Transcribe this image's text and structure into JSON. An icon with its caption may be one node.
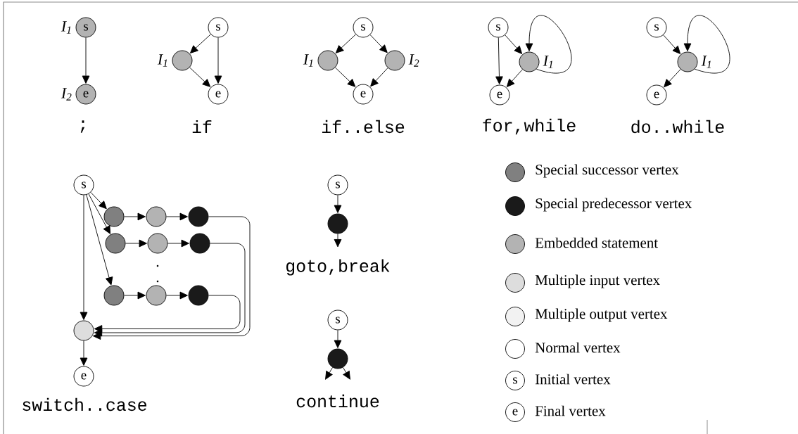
{
  "diagram": {
    "nodes": [
      {
        "text": [
          "s"
        ],
        "beside": [
          "I$_{1}$"
        ]
      },
      {
        "text": [
          "e"
        ],
        "beside": [
          "I$_{2}$"
        ]
      },
      {
        "text": [
          "s"
        ]
      },
      {
        "text": [],
        "shape": "circle",
        "beside": [
          "I$_{1}$"
        ]
      },
      {
        "text": [
          "e"
        ]
      },
      {
        "text": [
          "s"
        ]
      },
      {
        "text": [],
        "shape": "circle",
        "beside": [
          "I$_{1}$"
        ]
      },
      {
        "text": [],
        "shape": "circle",
        "beside": [
          "I$_{2}$"
        ]
      },
      {
        "text": [
          "e"
        ]
      },
      {
        "text": [
          "s"
        ]
      },
      {
        "text": [],
        "shape": "circle",
        "beside": [
          "I$_{1}$"
        ]
      },
      {
        "text": [
          "e"
        ]
      },
      {
        "text": [
          "s"
        ]
      },
      {
        "text": [],
        "shape": "circle",
        "beside": [
          "I$_{1}$"
        ]
      },
      {
        "text": [
          "e"
        ]
      },
      {
        "text": [
          "s"
        ]
      },
      {
        "text": [],
        "shape": "circle"
      },
      {
        "text": [],
        "shape": "circle"
      },
      {
        "text": [],
        "shape": "circle"
      },
      {
        "text": [],
        "shape": "circle"
      },
      {
        "text": [],
        "shape": "circle"
      },
      {
        "text": [],
        "shape": "circle"
      },
      {
        "text": [],
        "shape": "circle"
      },
      {
        "text": [],
        "shape": "circle"
      },
      {
        "text": [],
        "shape": "circle"
      },
      {
        "text": [],
        "shape": "circle"
      },
      {
        "text": [
          "e"
        ]
      },
      {
        "text": [
          "s"
        ]
      },
      {
        "text": [],
        "shape": "circle"
      },
      {
        "text": [
          "s"
        ]
      },
      {
        "text": [],
        "shape": "circle"
      }
    ],
    "edges": [
      {
        "from": 0,
        "to": 1,
        "arrow": "to"
      },
      {
        "from": 2,
        "to": 3,
        "arrow": "to"
      },
      {
        "from": 2,
        "to": 4,
        "arrow": "to"
      },
      {
        "from": 3,
        "to": 4,
        "arrow": "to"
      },
      {
        "from": 5,
        "to": 6,
        "arrow": "to"
      },
      {
        "from": 5,
        "to": 7,
        "arrow": "to"
      },
      {
        "from": 6,
        "to": 8,
        "arrow": "to"
      },
      {
        "from": 7,
        "to": 8,
        "arrow": "to"
      },
      {
        "from": 9,
        "to": 11,
        "arrow": "to"
      },
      {
        "from": 9,
        "to": 10,
        "arrow": "to"
      },
      {
        "from": 10,
        "to": 11,
        "arrow": "to"
      },
      {
        "from": 10,
        "to": 10,
        "arrow": "to"
      },
      {
        "from": 12,
        "to": 13,
        "arrow": "to"
      },
      {
        "from": 13,
        "to": 14,
        "arrow": "to"
      },
      {
        "from": 13,
        "to": 13,
        "arrow": "to"
      },
      {
        "from": 15,
        "to": 16,
        "arrow": "to"
      },
      {
        "from": 15,
        "to": 19,
        "arrow": "to"
      },
      {
        "from": 15,
        "to": 22,
        "arrow": "to"
      },
      {
        "from": 15,
        "to": 25,
        "arrow": "to"
      },
      {
        "from": 16,
        "to": 17,
        "arrow": "to"
      },
      {
        "from": 17,
        "to": 18,
        "arrow": "to"
      },
      {
        "from": 19,
        "to": 20,
        "arrow": "to"
      },
      {
        "from": 20,
        "to": 21,
        "arrow": "to"
      },
      {
        "from": 22,
        "to": 23,
        "arrow": "to"
      },
      {
        "from": 23,
        "to": 24,
        "arrow": "to"
      },
      {
        "from": 18,
        "to": 25,
        "arrow": "to"
      },
      {
        "from": 21,
        "to": 25,
        "arrow": "to"
      },
      {
        "from": 24,
        "to": 25,
        "arrow": "to"
      },
      {
        "from": 25,
        "to": 26,
        "arrow": "to"
      },
      {
        "from": 27,
        "to": 28,
        "arrow": "to"
      },
      {
        "from": 28,
        "to": null,
        "arrow": "to"
      },
      {
        "from": 29,
        "to": 30,
        "arrow": "to"
      },
      {
        "from": 30,
        "to": null,
        "arrow": "to"
      },
      {
        "from": 30,
        "to": null,
        "arrow": "to"
      }
    ],
    "labels": [
      ";",
      "if",
      "if..else",
      "for,while",
      "do..while",
      "goto,break",
      "switch..case",
      "continue",
      "s",
      "e"
    ],
    "legend": [
      {
        "text": "Special successor vertex",
        "color": "#808080"
      },
      {
        "text": "Special predecessor vertex",
        "color": "#1a1a1a"
      },
      {
        "text": "Embedded statement",
        "color": "#b3b3b3"
      },
      {
        "text": "Multiple input vertex",
        "color": "#dddddd"
      },
      {
        "text": "Multiple output vertex",
        "color": "#f2f2f2"
      },
      {
        "text": "Normal vertex"
      },
      {
        "text": "Initial vertex"
      },
      {
        "text": "Final vertex"
      }
    ]
  }
}
